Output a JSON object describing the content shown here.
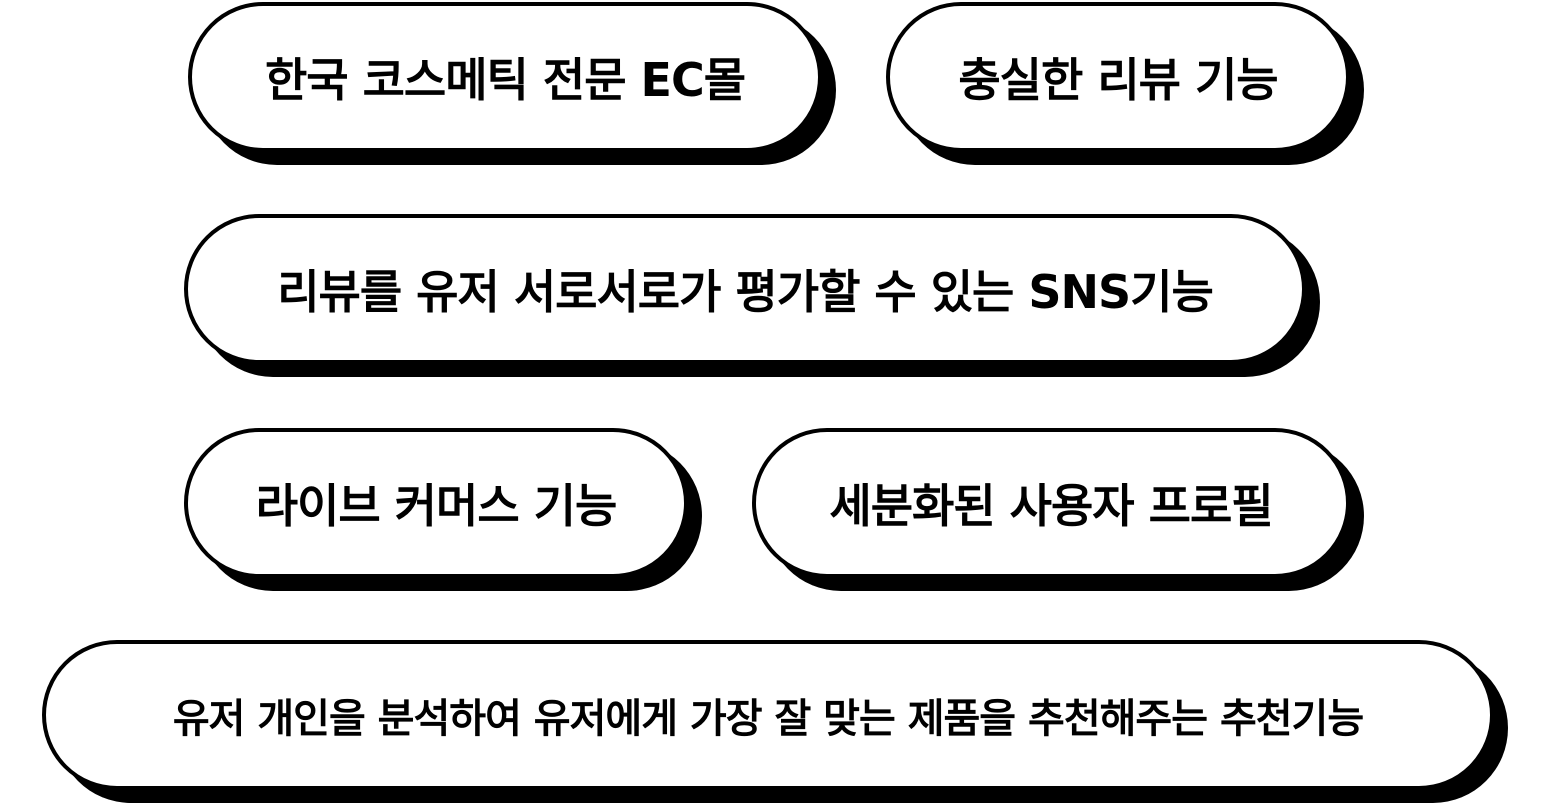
{
  "pills": [
    "한국 코스메틱 전문 EC몰",
    "충실한 리뷰 기능",
    "리뷰를 유저 서로서로가 평가할 수 있는 SNS기능",
    "라이브 커머스 기능",
    "세분화된 사용자 프로필",
    "유저 개인을 분석하여 유저에게 가장 잘 맞는 제품을 추천해주는 추천기능"
  ],
  "colors": {
    "background": "#ffffff",
    "border": "#000000",
    "shadow": "#000000",
    "text": "#000000"
  }
}
